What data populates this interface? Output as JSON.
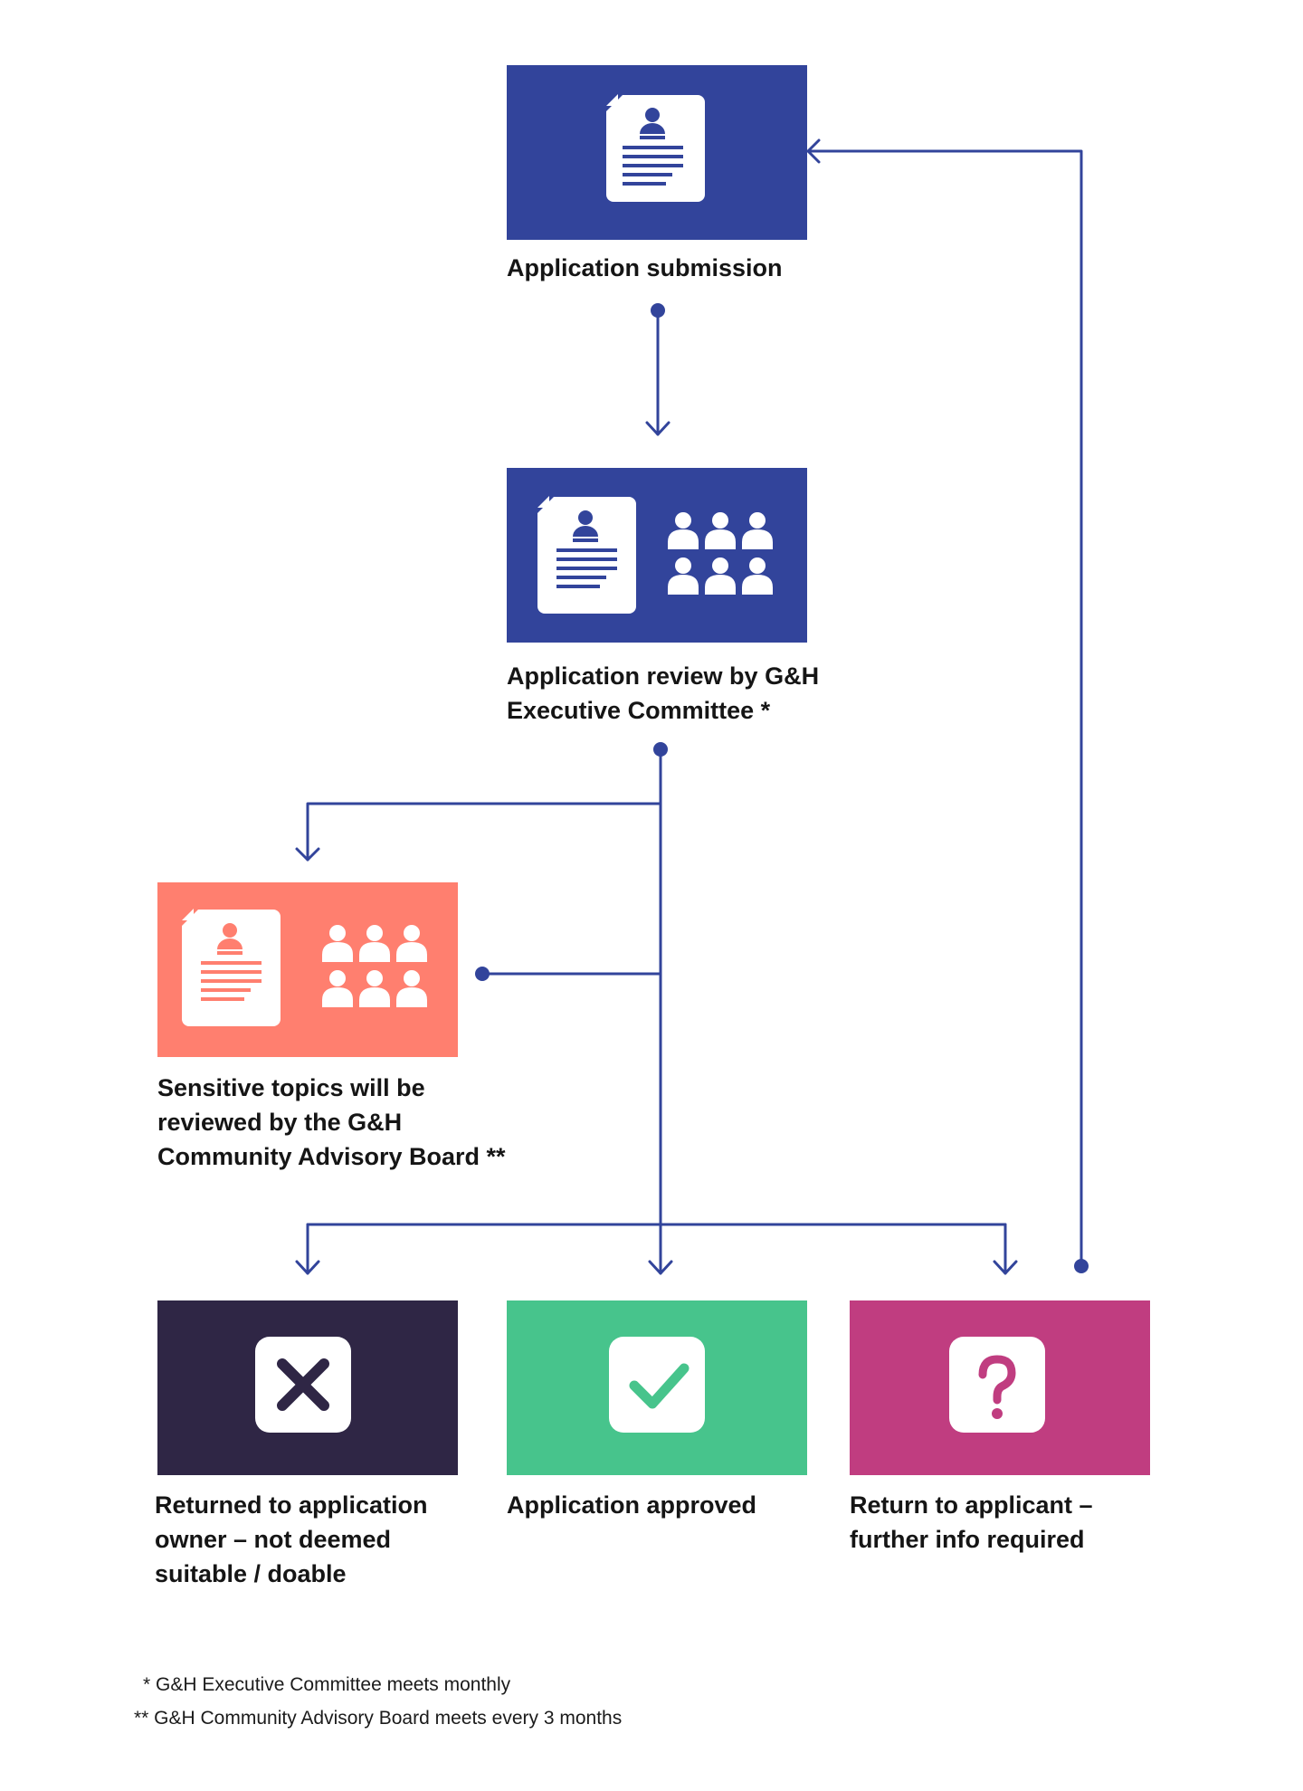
{
  "colors": {
    "navy_blue": "#32449b",
    "coral": "#ff7f6f",
    "dark_purple": "#2f2645",
    "green": "#47c48c",
    "magenta": "#c03d80",
    "connector": "#32449b"
  },
  "nodes": {
    "submission": {
      "label": "Application submission",
      "icon": "document-person-icon"
    },
    "review": {
      "label_lines": [
        "Application review by G&H",
        "Executive Committee *"
      ],
      "icons": [
        "document-person-icon",
        "group-people-icon"
      ]
    },
    "sensitive": {
      "label_lines": [
        "Sensitive topics will be",
        "reviewed by the G&H",
        "Community Advisory Board **"
      ],
      "icons": [
        "document-person-icon",
        "group-people-icon"
      ]
    },
    "returned": {
      "label_lines": [
        "Returned to application",
        "owner – not deemed",
        "suitable / doable"
      ],
      "icon": "cross-icon"
    },
    "approved": {
      "label": "Application approved",
      "icon": "checkmark-icon"
    },
    "info_required": {
      "label_lines": [
        "Return to applicant –",
        "further info required"
      ],
      "icon": "question-mark-icon"
    }
  },
  "footnotes": [
    "* G&H Executive Committee meets monthly",
    "** G&H Community Advisory Board meets every 3 months"
  ]
}
